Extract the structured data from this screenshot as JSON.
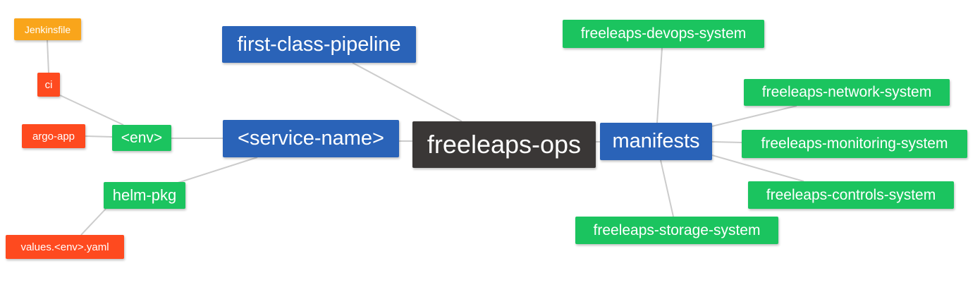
{
  "mindmap": {
    "colors": {
      "root": "#3a3736",
      "level1": "#2a63b8",
      "level2": "#1bc45f",
      "level3": "#fe4a1f",
      "level4": "#f9a51b",
      "edge": "#cccccc"
    },
    "root": "freeleaps-ops",
    "first_class_pipeline": "first-class-pipeline",
    "service_name": "<service-name>",
    "manifests": "manifests",
    "env": "<env>",
    "helm_pkg": "helm-pkg",
    "ci": "ci",
    "argo_app": "argo-app",
    "jenkinsfile": "Jenkinsfile",
    "values_yaml": "values.<env>.yaml",
    "devops_system": "freeleaps-devops-system",
    "network_system": "freeleaps-network-system",
    "monitoring_system": "freeleaps-monitoring-system",
    "controls_system": "freeleaps-controls-system",
    "storage_system": "freeleaps-storage-system"
  }
}
